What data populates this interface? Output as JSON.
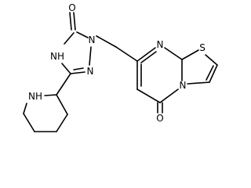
{
  "molecule": {
    "atom_labels": {
      "o_triazolone": "O",
      "nh_triazolone": "NH",
      "n1_triazolone": "N",
      "n2_triazolone": "N",
      "n_pyrimidine": "N",
      "s_thiazole": "S",
      "n_bridge": "N",
      "o_pyrimidinone": "O",
      "nh_piperidine": "NH"
    }
  }
}
